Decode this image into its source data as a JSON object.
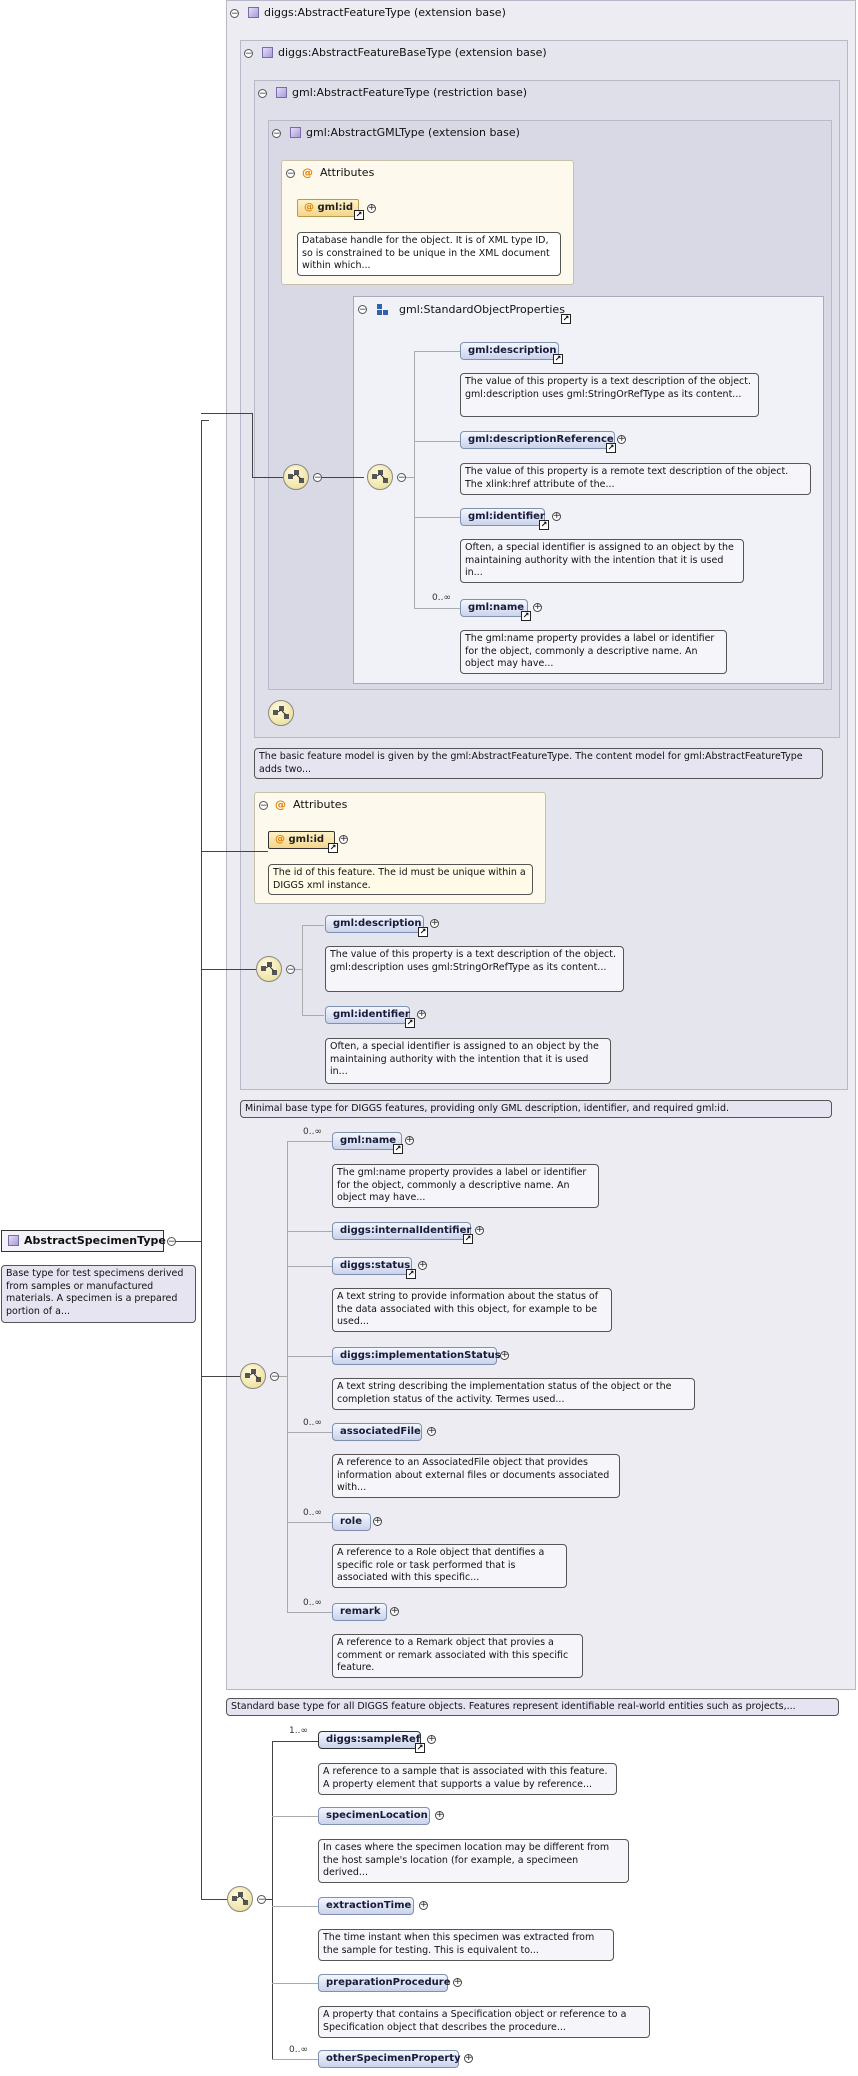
{
  "root": {
    "name": "AbstractSpecimenType",
    "doc": "Base type for test specimens derived from samples or manufactured materials. A specimen is a prepared portion of a..."
  },
  "frames": {
    "f1_title": "diggs:AbstractFeatureType (extension base)",
    "f2_title": "diggs:AbstractFeatureBaseType (extension base)",
    "f3_title": "gml:AbstractFeatureType (restriction base)",
    "f4_title": "gml:AbstractGMLType (extension base)"
  },
  "attributes_label": "Attributes",
  "gml_attr": {
    "name": "gml:id",
    "doc": "Database handle for the object. It is of XML type ID, so is constrained to be unique in the XML document within which..."
  },
  "std_props": {
    "title": "gml:StandardObjectProperties",
    "items": [
      {
        "name": "gml:description",
        "doc": "The value of this property is a text description of the object. gml:description uses gml:StringOrRefType as its content..."
      },
      {
        "name": "gml:descriptionReference",
        "doc": "The value of this property is a remote text description of the object. The xlink:href attribute of the..."
      },
      {
        "name": "gml:identifier",
        "doc": "Often, a special identifier is assigned to an object by the maintaining authority with the intention that it is used in..."
      },
      {
        "name": "gml:name",
        "card": "0..∞",
        "doc": "The gml:name property provides a label or identifier for the object, commonly a descriptive name. An object may have..."
      }
    ]
  },
  "f3_doc": "The basic feature model is given by the gml:AbstractFeatureType. The content model for gml:AbstractFeatureType adds two...",
  "f2_attr": {
    "name": "gml:id",
    "doc": "The id of this feature. The id must be unique within a DIGGS xml instance."
  },
  "f2_seq": [
    {
      "name": "gml:description",
      "doc": "The value of this property is a text description of the object. gml:description uses gml:StringOrRefType as its content..."
    },
    {
      "name": "gml:identifier",
      "doc": "Often, a special identifier is assigned to an object by the maintaining authority with the intention that it is used in..."
    }
  ],
  "f2_doc": "Minimal base type for DIGGS features, providing only GML description, identifier, and required gml:id.",
  "f1_seq": [
    {
      "name": "gml:name",
      "card": "0..∞",
      "doc": "The gml:name property provides a label or identifier for the object, commonly a descriptive name. An object may have..."
    },
    {
      "name": "diggs:internalIdentifier",
      "doc": ""
    },
    {
      "name": "diggs:status",
      "doc": "A text string to provide information about the status of the data associated with this object, for example to be used..."
    },
    {
      "name": "diggs:implementationStatus",
      "doc": "A text string describing the implementation status of the object or the completion status of the activity. Termes used..."
    },
    {
      "name": "associatedFile",
      "card": "0..∞",
      "doc": "A reference to an AssociatedFile object that provides information about external files or documents associated with..."
    },
    {
      "name": "role",
      "card": "0..∞",
      "doc": "A reference to a Role object that dentifies a specific role or task performed that is associated with this specific..."
    },
    {
      "name": "remark",
      "card": "0..∞",
      "doc": "A reference to a Remark object that provies a comment or remark associated with this specific feature."
    }
  ],
  "f1_doc": "Standard base type for all DIGGS feature objects. Features represent identifiable real-world entities such as projects,...",
  "main_seq": [
    {
      "name": "diggs:sampleRef",
      "card": "1..∞",
      "doc": "A reference to a sample that is associated with this feature. A property element that supports a value by reference..."
    },
    {
      "name": "specimenLocation",
      "doc": "In cases where the specimen location may be different from the host sample's location (for example, a specimeen derived..."
    },
    {
      "name": "extractionTime",
      "doc": "The time instant when this specimen was extracted from the sample for testing. This is equivalent to..."
    },
    {
      "name": "preparationProcedure",
      "doc": "A property that contains a Specification object or reference to a Specification object that describes the procedure..."
    },
    {
      "name": "otherSpecimenProperty",
      "card": "0..∞",
      "doc": ""
    }
  ],
  "icons": {
    "collapse": "⊖",
    "expand": "⊕",
    "link": "↗",
    "attribute": "@"
  }
}
